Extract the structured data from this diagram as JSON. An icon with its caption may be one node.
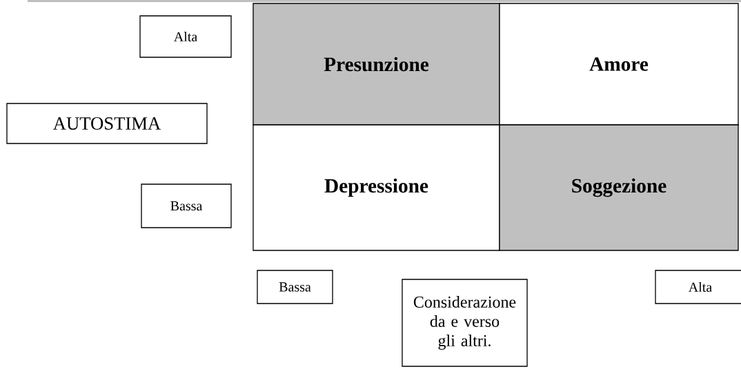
{
  "diagram": {
    "nodes": [
      {
        "text": [
          "Alta"
        ]
      },
      {
        "text": [
          "Presunzione"
        ]
      },
      {
        "text": [
          "Amore"
        ]
      },
      {
        "text": [
          "AUTOSTIMA"
        ]
      },
      {
        "text": [
          "Depressione"
        ]
      },
      {
        "text": [
          "Soggezione"
        ]
      },
      {
        "text": [
          "Bassa"
        ]
      },
      {
        "text": [
          "Bassa"
        ]
      },
      {
        "text": [
          "Considerazione da e verso gli altri."
        ]
      },
      {
        "text": [
          "Alta"
        ]
      }
    ]
  }
}
